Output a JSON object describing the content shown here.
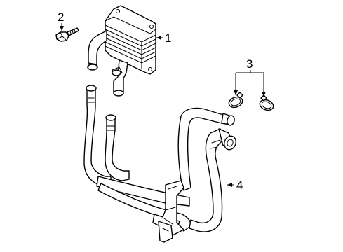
{
  "callouts": {
    "item_1": "1",
    "item_2": "2",
    "item_3": "3",
    "item_4": "4"
  },
  "colors": {
    "line": "#000000",
    "background": "#ffffff"
  }
}
